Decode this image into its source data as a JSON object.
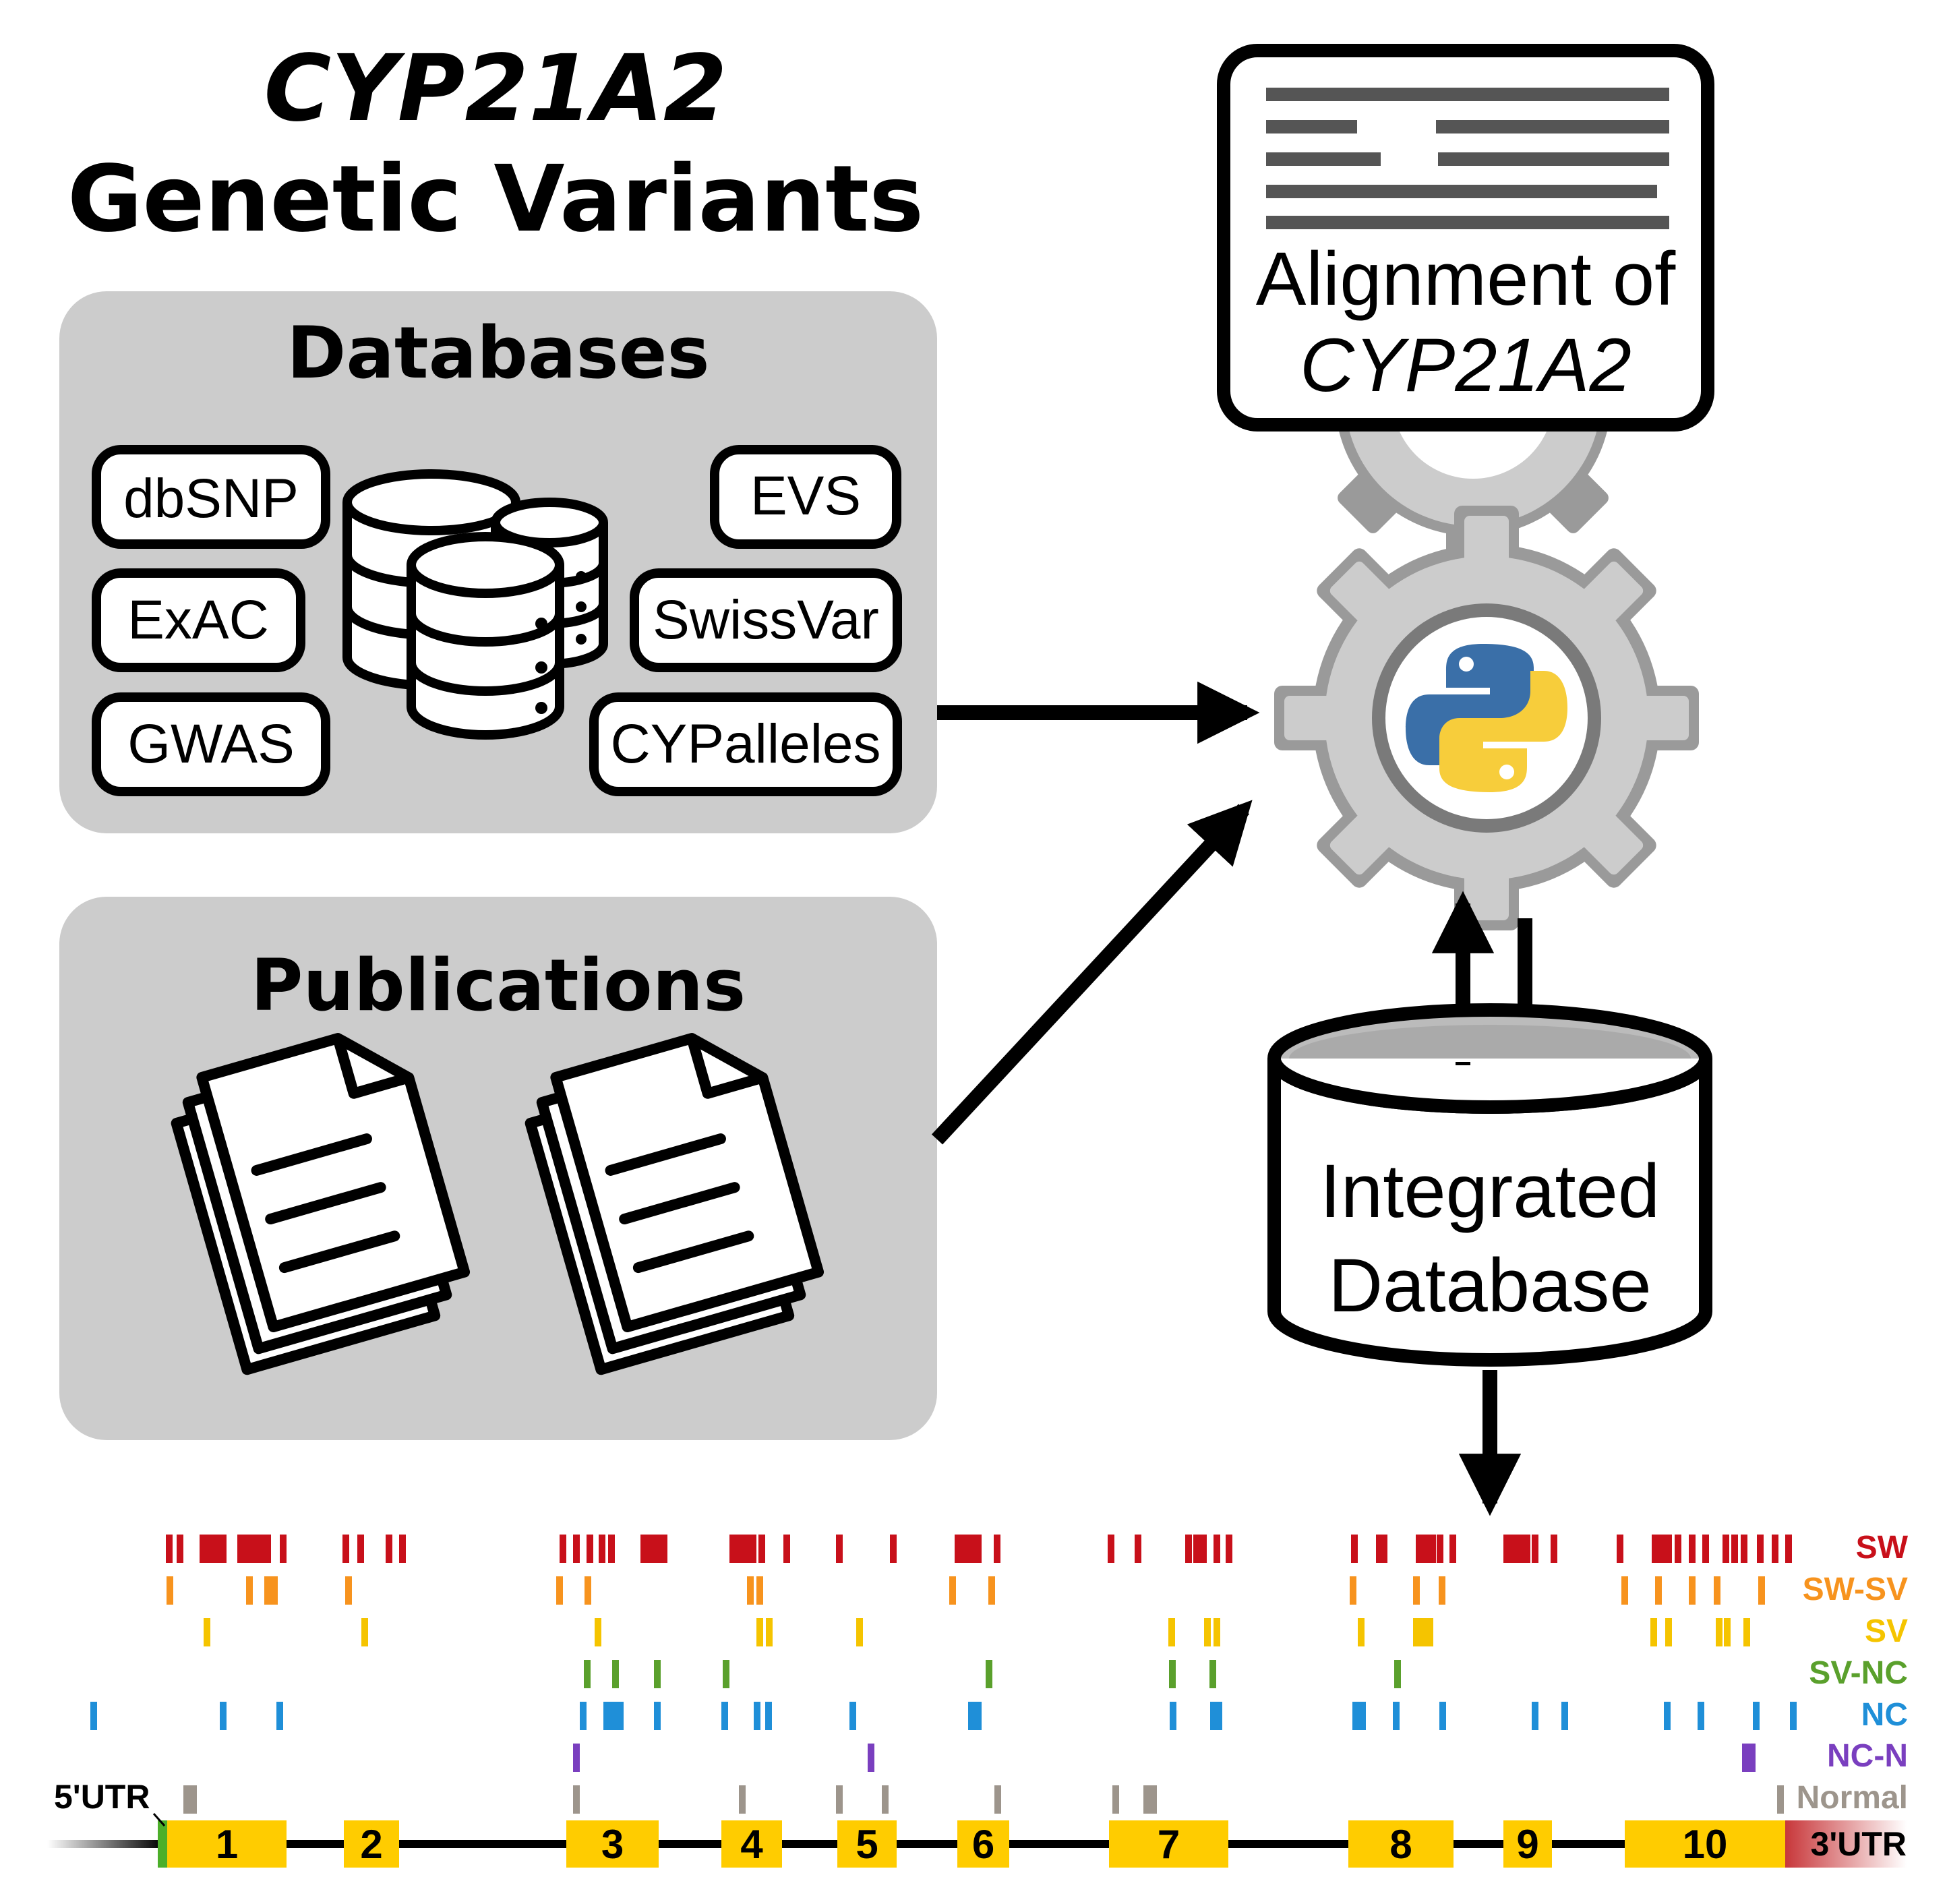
{
  "title": {
    "line1": "CYP21A2",
    "line2": "Genetic Variants"
  },
  "databases": {
    "heading": "Databases",
    "sources": [
      "dbSNP",
      "ExAC",
      "GWAS",
      "EVS",
      "SwissVar",
      "CYPalleles"
    ]
  },
  "publications": {
    "heading": "Publications"
  },
  "alignment": {
    "line1": "Alignment of",
    "line2": "CYP21A2"
  },
  "integrated_db": {
    "line1": "Integrated",
    "line2": "Database"
  },
  "gene_map": {
    "exons": [
      "1",
      "2",
      "3",
      "4",
      "5",
      "6",
      "7",
      "8",
      "9",
      "10"
    ],
    "utr5": "5'UTR",
    "utr3": "3'UTR",
    "classes": [
      {
        "label": "SW",
        "color": "#c8101a"
      },
      {
        "label": "SW-SV",
        "color": "#f7931e"
      },
      {
        "label": "SV",
        "color": "#f5c400"
      },
      {
        "label": "SV-NC",
        "color": "#5aa02c"
      },
      {
        "label": "NC",
        "color": "#1f8fd8"
      },
      {
        "label": "NC-N",
        "color": "#7a3fbf"
      },
      {
        "label": "Normal",
        "color": "#9d958c"
      }
    ]
  },
  "colors": {
    "panel_gray": "#cccccc",
    "gear_gray": "#9a9a9a",
    "exon_yellow": "#ffcc00",
    "utr3_red": "#c8373a",
    "utr5_green": "#4caf2a"
  },
  "icons": [
    "database-stack-icon",
    "document-stack-icon",
    "gear-icon",
    "python-logo-icon"
  ]
}
